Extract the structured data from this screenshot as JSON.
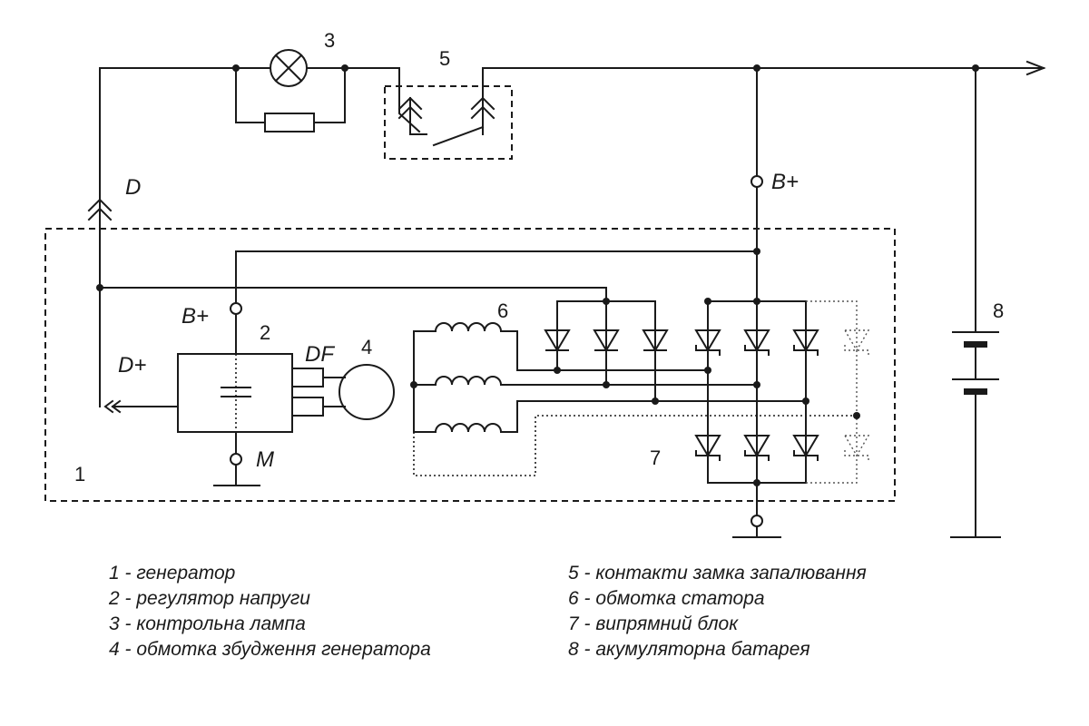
{
  "diagram": {
    "callouts": {
      "generator": "1",
      "regulator": "2",
      "lamp": "3",
      "field": "4",
      "ignition": "5",
      "stator": "6",
      "rectifier": "7",
      "battery": "8"
    },
    "terminals": {
      "d": "D",
      "b_plus_top": "B+",
      "b_plus_reg": "B+",
      "d_plus": "D+",
      "df": "DF",
      "m": "M"
    }
  },
  "legend": {
    "left": [
      "1 - генератор",
      "2 - регулятор напруги",
      "3 - контрольна лампа",
      "4 - обмотка збудження генератора"
    ],
    "right": [
      "5 - контакти замка запалювання",
      "6 - обмотка статора",
      "7 - випрямний блок",
      "8 - акумуляторна батарея"
    ]
  }
}
